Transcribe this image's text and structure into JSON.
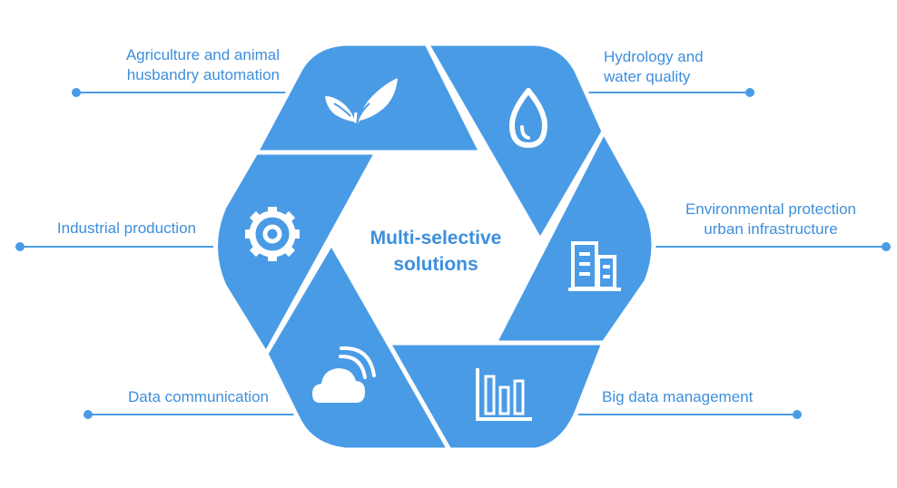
{
  "center": {
    "line1": "Multi-selective",
    "line2": "solutions"
  },
  "items": [
    {
      "line1": "Agriculture and animal",
      "line2": "husbandry automation",
      "icon": "leaf-sprout-icon"
    },
    {
      "line1": "Hydrology and",
      "line2": "water quality",
      "icon": "water-drop-icon"
    },
    {
      "line1": "Environmental protection",
      "line2": "urban infrastructure",
      "icon": "buildings-icon"
    },
    {
      "line1": "Industrial production",
      "icon": "gear-icon"
    },
    {
      "line1": "Data communication",
      "icon": "cloud-signal-icon"
    },
    {
      "line1": "Big data management",
      "icon": "bar-chart-icon"
    }
  ],
  "colors": {
    "primary": "#4a9be6",
    "text": "#3e8fdc",
    "icon": "#ffffff",
    "background": "#ffffff"
  }
}
